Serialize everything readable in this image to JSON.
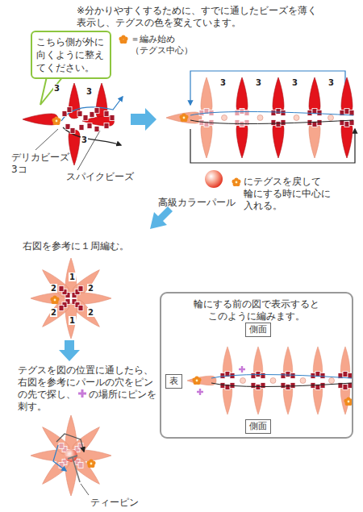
{
  "diagram": {
    "nodes": [
      {
        "text": [
          "こちら側が外に向くように整えてください。"
        ]
      },
      {
        "text": [
          "輪にする前の図で表示すると このように編みます。"
        ]
      },
      {
        "text": [
          "側面"
        ],
        "in": 1
      },
      {
        "text": [
          "表"
        ],
        "in": 1
      },
      {
        "text": [
          "側面"
        ],
        "in": 1
      }
    ],
    "labels": [
      "※分かりやすくするために、すでに通したビーズを薄く表示し、テグスの色を変えています。",
      "3",
      "3",
      "3",
      "3",
      "3",
      "3",
      "3",
      "デリカビーズ 3コ",
      "スパイクビーズ",
      "高級カラーパール",
      "にテグスを戻して 輪にする時に中心に 入れる。",
      "右図を参考に１周編む。",
      "2",
      "2",
      "1",
      "1",
      "2",
      "2",
      "テグスを図の位置に通したら、右図を参考にパールの穴をピンの先で探し、",
      "の場所にピンを刺す。",
      "ティーピン"
    ],
    "legend": [
      {
        "text": "＝編み始め （テグス中心）"
      }
    ]
  }
}
